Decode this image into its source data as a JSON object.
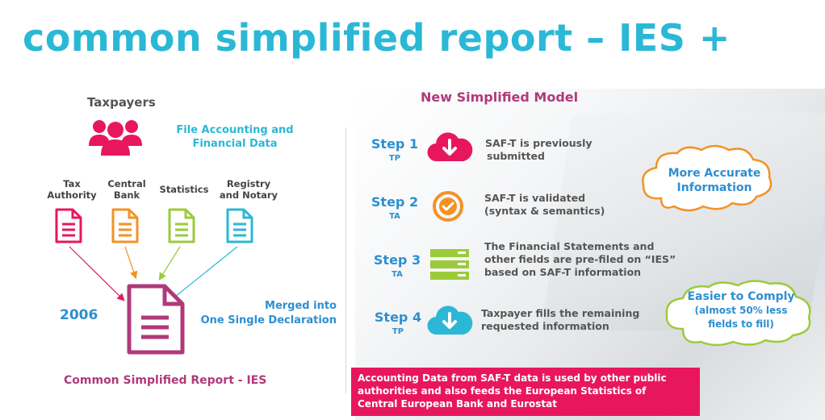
{
  "title": "common simplified report – IES +",
  "left": {
    "taxpayers_label": "Taxpayers",
    "file_label_line1": "File Accounting and",
    "file_label_line2": "Financial Data",
    "sources": [
      {
        "line1": "Tax",
        "line2": "Authority",
        "color": "#e8175d",
        "icon": "document-icon"
      },
      {
        "line1": "Central",
        "line2": "Bank",
        "color": "#f39224",
        "icon": "document-icon"
      },
      {
        "line1": "Statistics",
        "line2": "",
        "color": "#9bcb3b",
        "icon": "document-icon"
      },
      {
        "line1": "Registry",
        "line2": "and Notary",
        "color": "#2bb8d6",
        "icon": "document-icon"
      }
    ],
    "year": "2006",
    "merged_line1": "Merged into",
    "merged_line2": "One Single Declaration",
    "bottom_label": "Common Simplified Report - IES",
    "merged_color": "#b0397a"
  },
  "right": {
    "heading": "New Simplified Model",
    "steps": [
      {
        "step": "Step 1",
        "who": "TP",
        "line1": "SAF-T is  previously",
        "line2": "submitted",
        "line3": "",
        "icon": "cloud-download-icon",
        "color": "#e8175d"
      },
      {
        "step": "Step 2",
        "who": "TA",
        "line1": "SAF-T is validated",
        "line2": "(syntax & semantics)",
        "line3": "",
        "icon": "check-circle-icon",
        "color": "#f39224"
      },
      {
        "step": "Step 3",
        "who": "TA",
        "line1": "The Financial Statements and",
        "line2": "other fields are pre-filed on “IES”",
        "line3": "based on SAF-T information",
        "icon": "server-icon",
        "color": "#9bcb3b"
      },
      {
        "step": "Step 4",
        "who": "TP",
        "line1": "Taxpayer fills the remaining",
        "line2": "requested information",
        "line3": "",
        "icon": "cloud-download-icon",
        "color": "#2bb8d6"
      }
    ],
    "cloud1_line1": "More Accurate",
    "cloud1_line2": "Information",
    "cloud2_line1": "Easier to Comply",
    "cloud2_line2": "(almost 50% less",
    "cloud2_line3": "fields to fill)",
    "banner_line1": "Accounting Data from SAF-T data is used by other public",
    "banner_line2": "authorities  and also feeds the European Statistics of",
    "banner_line3": "Central European Bank and Eurostat"
  },
  "colors": {
    "title": "#2bb8d6",
    "blue_text": "#2d8fd1",
    "magenta": "#b0397a",
    "pink": "#e8175d",
    "orange": "#f39224",
    "green": "#9bcb3b",
    "cyan": "#2bb8d6"
  }
}
